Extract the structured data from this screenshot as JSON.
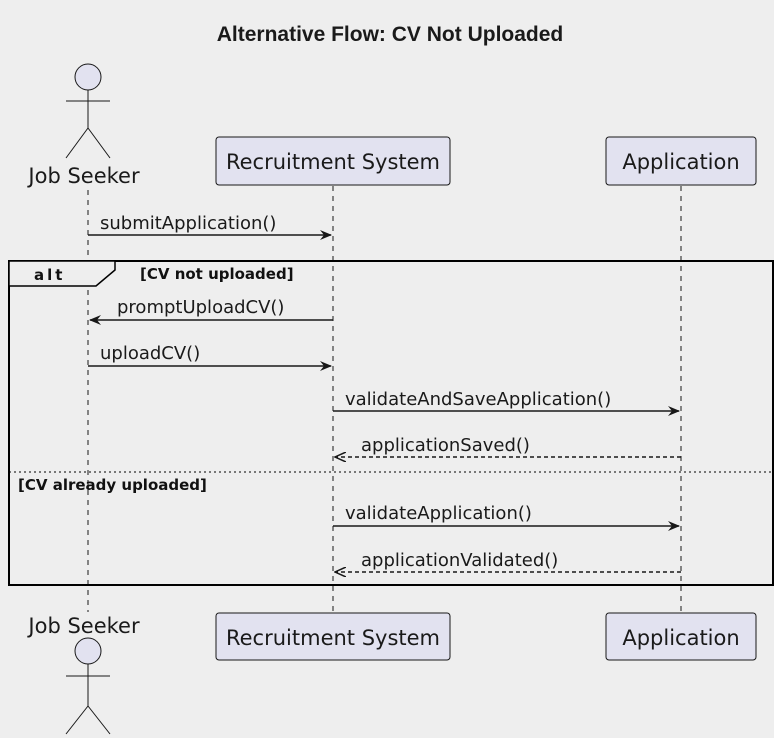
{
  "title": "Alternative Flow: CV Not Uploaded",
  "participants": {
    "actor": "Job Seeker",
    "system": "Recruitment System",
    "app": "Application"
  },
  "messages": {
    "m1": "submitApplication()",
    "m2": "promptUploadCV()",
    "m3": "uploadCV()",
    "m4": "validateAndSaveApplication()",
    "m5": "applicationSaved()",
    "m6": "validateApplication()",
    "m7": "applicationValidated()"
  },
  "fragment": {
    "operator": "alt",
    "guard1": "[CV not uploaded]",
    "guard2": "[CV already uploaded]"
  },
  "colors": {
    "background": "#eeeeee",
    "participant_fill": "#e2e2f0",
    "line": "#181818"
  }
}
